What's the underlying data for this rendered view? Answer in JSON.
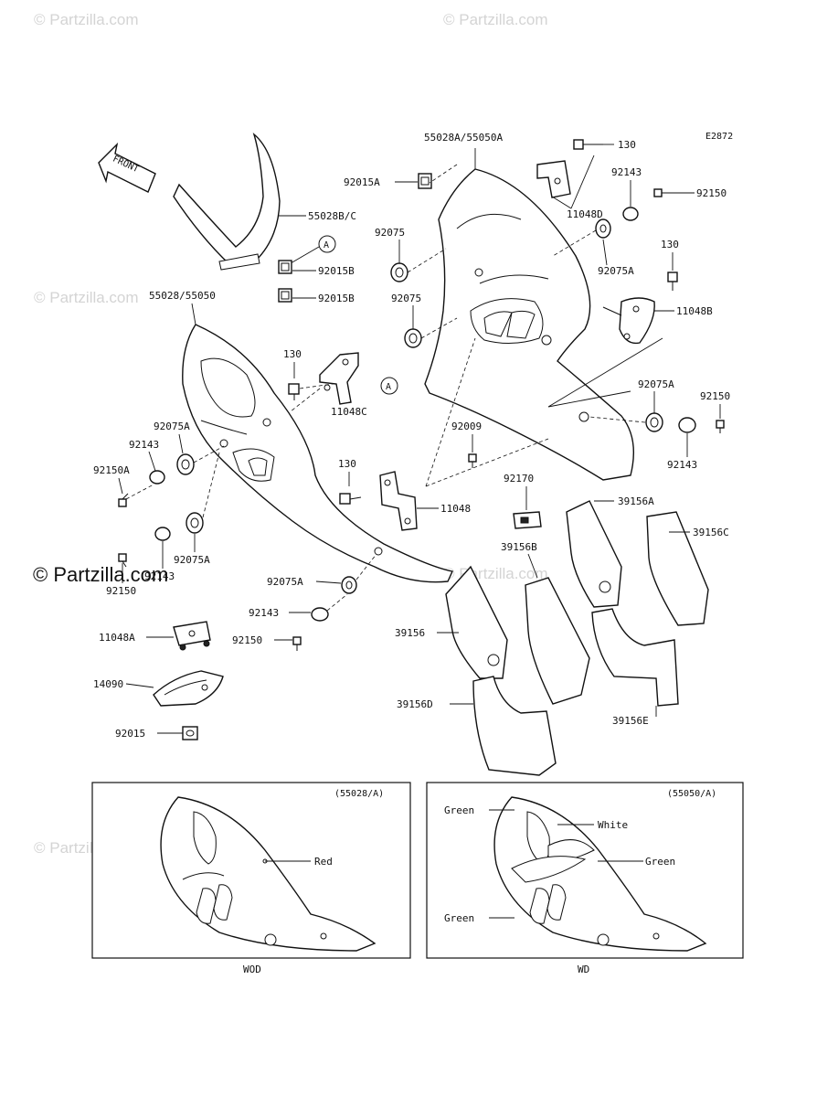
{
  "watermark": {
    "text": "© Partzilla.com",
    "strong_text": "© Partzilla.com"
  },
  "diagram_code": "E2872",
  "front_label": "FRONT",
  "callout_letter": "A",
  "labels": {
    "p55028A_55050A": "55028A/55050A",
    "p130_a": "130",
    "p130_b": "130",
    "p130_c": "130",
    "p130_d": "130",
    "p92143_a": "92143",
    "p92143_b": "92143",
    "p92143_c": "92143",
    "p92143_d": "92143",
    "p92150_a": "92150",
    "p92150_b": "92150",
    "p92150_c": "92150",
    "p92150_d": "92150",
    "p92150A": "92150A",
    "p92015A": "92015A",
    "p92015B_a": "92015B",
    "p92015B_b": "92015B",
    "p92015": "92015",
    "p11048D": "11048D",
    "p11048B": "11048B",
    "p11048C": "11048C",
    "p11048": "11048",
    "p11048A": "11048A",
    "p55028BC": "55028B/C",
    "p55028_55050": "55028/55050",
    "p92075_a": "92075",
    "p92075_b": "92075",
    "p92075A_a": "92075A",
    "p92075A_b": "92075A",
    "p92075A_c": "92075A",
    "p92075A_d": "92075A",
    "p92075A_e": "92075A",
    "p92009": "92009",
    "p92170": "92170",
    "p39156": "39156",
    "p39156A": "39156A",
    "p39156B": "39156B",
    "p39156C": "39156C",
    "p39156D": "39156D",
    "p39156E": "39156E",
    "p14090": "14090"
  },
  "inset_left": {
    "code": "(55028/A)",
    "color_label": "Red",
    "caption": "WOD"
  },
  "inset_right": {
    "code": "(55050/A)",
    "color_top": "Green",
    "color_white": "White",
    "color_mid": "Green",
    "color_bottom": "Green",
    "caption": "WD"
  }
}
